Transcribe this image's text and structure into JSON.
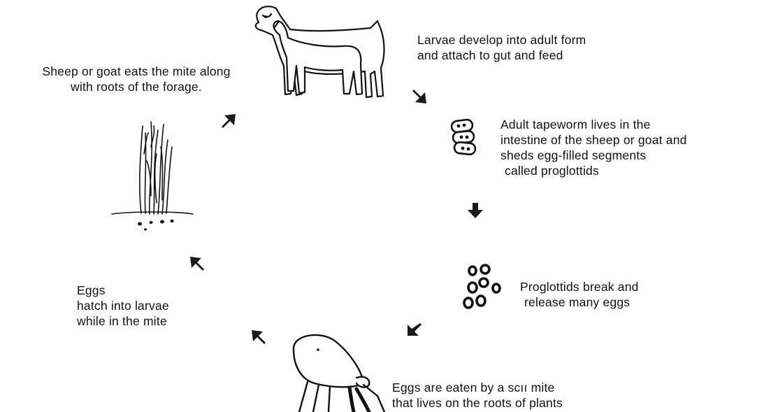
{
  "steps": {
    "adult_form": [
      "Larvae develop into adult form",
      "and attach to gut and feed"
    ],
    "tapeworm": [
      "Adult tapeworm lives in the",
      "intestine of the sheep or goat and",
      "sheds egg-filled segments",
      "called proglottids"
    ],
    "proglottids": [
      "Proglottids break and",
      "release many eggs"
    ],
    "mite": [
      "Eggs are eaten by a scıı mite",
      "that lives on the roots of plants"
    ],
    "hatch": [
      "Eggs",
      "hatch into larvae",
      "while in the mite"
    ],
    "eats": [
      "Sheep or goat eats the mite along",
      "with roots of the forage."
    ]
  },
  "colors": {
    "ink": "#111111",
    "arrow": "#1a1a1a"
  }
}
